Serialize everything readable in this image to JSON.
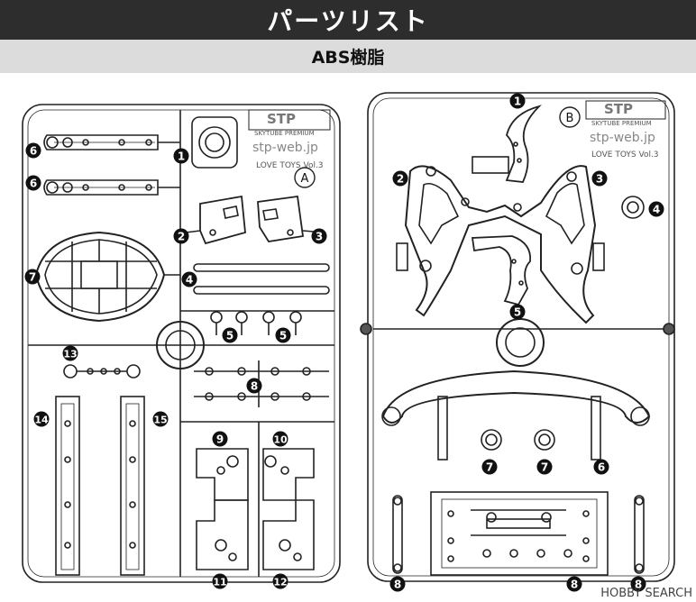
{
  "header": {
    "title": "パーツリスト",
    "subtitle": "ABS樹脂"
  },
  "runner_a": {
    "letter": "A",
    "logo": "STP",
    "logo_sub": "SKYTUBE PREMIUM",
    "url": "stp-web.jp",
    "product": "LOVE TOYS Vol.3"
  },
  "runner_b": {
    "letter": "B",
    "logo": "STP",
    "logo_sub": "SKYTUBE PREMIUM",
    "url": "stp-web.jp",
    "product": "LOVE TOYS Vol.3"
  },
  "labels_a": [
    "1",
    "2",
    "3",
    "4",
    "5",
    "5",
    "6",
    "6",
    "7",
    "8",
    "9",
    "10",
    "11",
    "12",
    "13",
    "14",
    "15"
  ],
  "labels_b": [
    "1",
    "2",
    "3",
    "4",
    "5",
    "6",
    "7",
    "7",
    "8",
    "8",
    "8"
  ],
  "watermark": "HOBBY SEARCH"
}
